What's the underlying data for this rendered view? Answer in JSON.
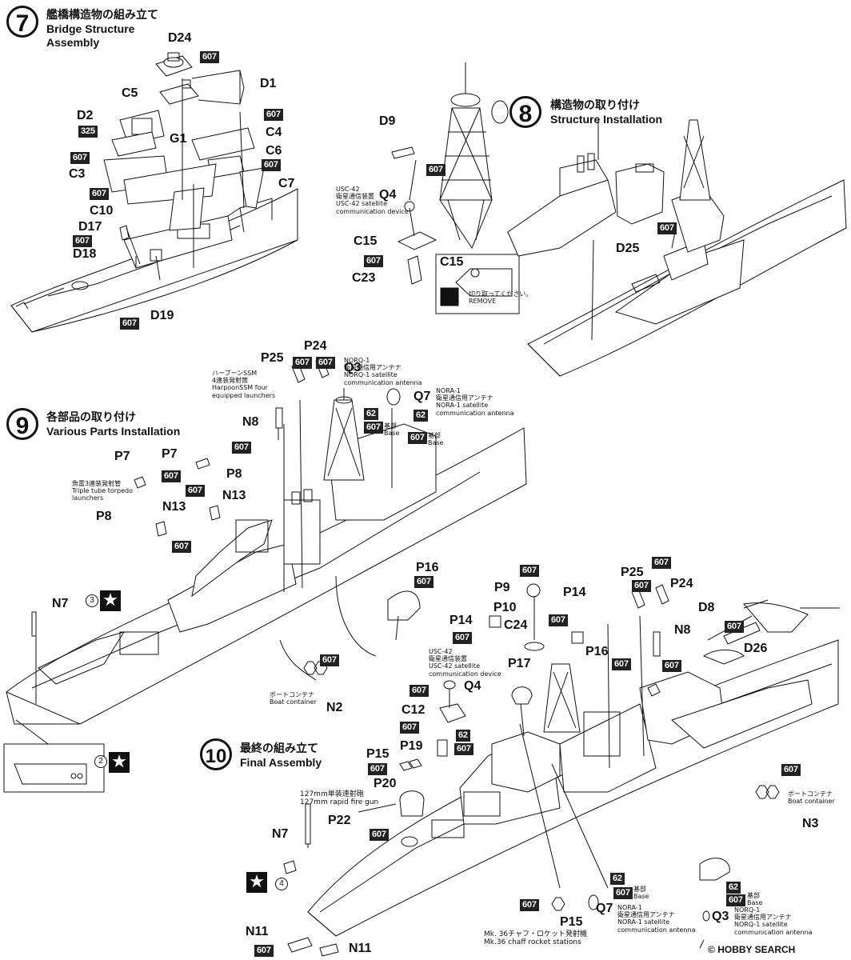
{
  "steps": {
    "s7": {
      "num": "7",
      "title_jp": "艦橋構造物の組み立て",
      "title_en1": "Bridge Structure",
      "title_en2": "Assembly"
    },
    "s8": {
      "num": "8",
      "title_jp": "構造物の取り付け",
      "title_en": "Structure Installation"
    },
    "s9": {
      "num": "9",
      "title_jp": "各部品の取り付け",
      "title_en": "Various Parts Installation"
    },
    "s10": {
      "num": "10",
      "title_jp": "最終の組み立て",
      "title_en": "Final Assembly"
    }
  },
  "parts": {
    "D24": "D24",
    "C5": "C5",
    "D1": "D1",
    "D2": "D2",
    "C4": "C4",
    "G1": "G1",
    "C6": "C6",
    "C3": "C3",
    "C7": "C7",
    "C10": "C10",
    "D17": "D17",
    "D18": "D18",
    "D19": "D19",
    "D9": "D9",
    "Q4": "Q4",
    "C15": "C15",
    "C23": "C23",
    "D25": "D25",
    "P25": "P25",
    "P24": "P24",
    "Q3": "Q3",
    "Q7": "Q7",
    "N8": "N8",
    "P7": "P7",
    "P8": "P8",
    "N13": "N13",
    "P16": "P16",
    "N7": "N7",
    "N2": "N2",
    "P9": "P9",
    "P10": "P10",
    "P14": "P14",
    "C24": "C24",
    "P17": "P17",
    "D8": "D8",
    "D26": "D26",
    "C12": "C12",
    "P15": "P15",
    "P19": "P19",
    "P20": "P20",
    "P22": "P22",
    "N3": "N3",
    "N11": "N11"
  },
  "paint": {
    "c607": "607",
    "c325": "325",
    "c62": "62"
  },
  "notes": {
    "usc42_1": "USC-42",
    "usc42_2": "衛星通信装置",
    "usc42_3": "USC-42 satellite",
    "usc42_4": "communication device",
    "remove_jp": "切り取ってください。",
    "remove_en": "REMOVE",
    "harpoon_1": "ハープーンSSM",
    "harpoon_2": "4連装発射筒",
    "harpoon_3": "HarpoonSSM four",
    "harpoon_4": "equipped launchers",
    "noro1_1": "NORQ-1",
    "noro1_2": "衛星通信用アンテナ",
    "noro1_3": "NORQ-1 satellite",
    "noro1_4": "communication antenna",
    "nora1_1": "NORA-1",
    "nora1_2": "衛星通信用アンテナ",
    "nora1_3": "NORA-1 satellite",
    "nora1_4": "communication antenna",
    "base_jp": "基部",
    "base_en": "Base",
    "torpedo_1": "魚雷3連装発射管",
    "torpedo_2": "Triple tube torpedo",
    "torpedo_3": "launchers",
    "boat_jp": "ボートコンテナ",
    "boat_en": "Boat container",
    "gun_1": "127mm単装速射砲",
    "gun_2": "127mm rapid fire gun",
    "chaff_1": "Mk. 36チャフ・ロケット発射機",
    "chaff_2": "Mk.36 chaff rocket stations",
    "decal3": "3",
    "decal2": "2",
    "decal4": "4"
  },
  "brand": "HOBBY SEARCH",
  "copyright": "©"
}
